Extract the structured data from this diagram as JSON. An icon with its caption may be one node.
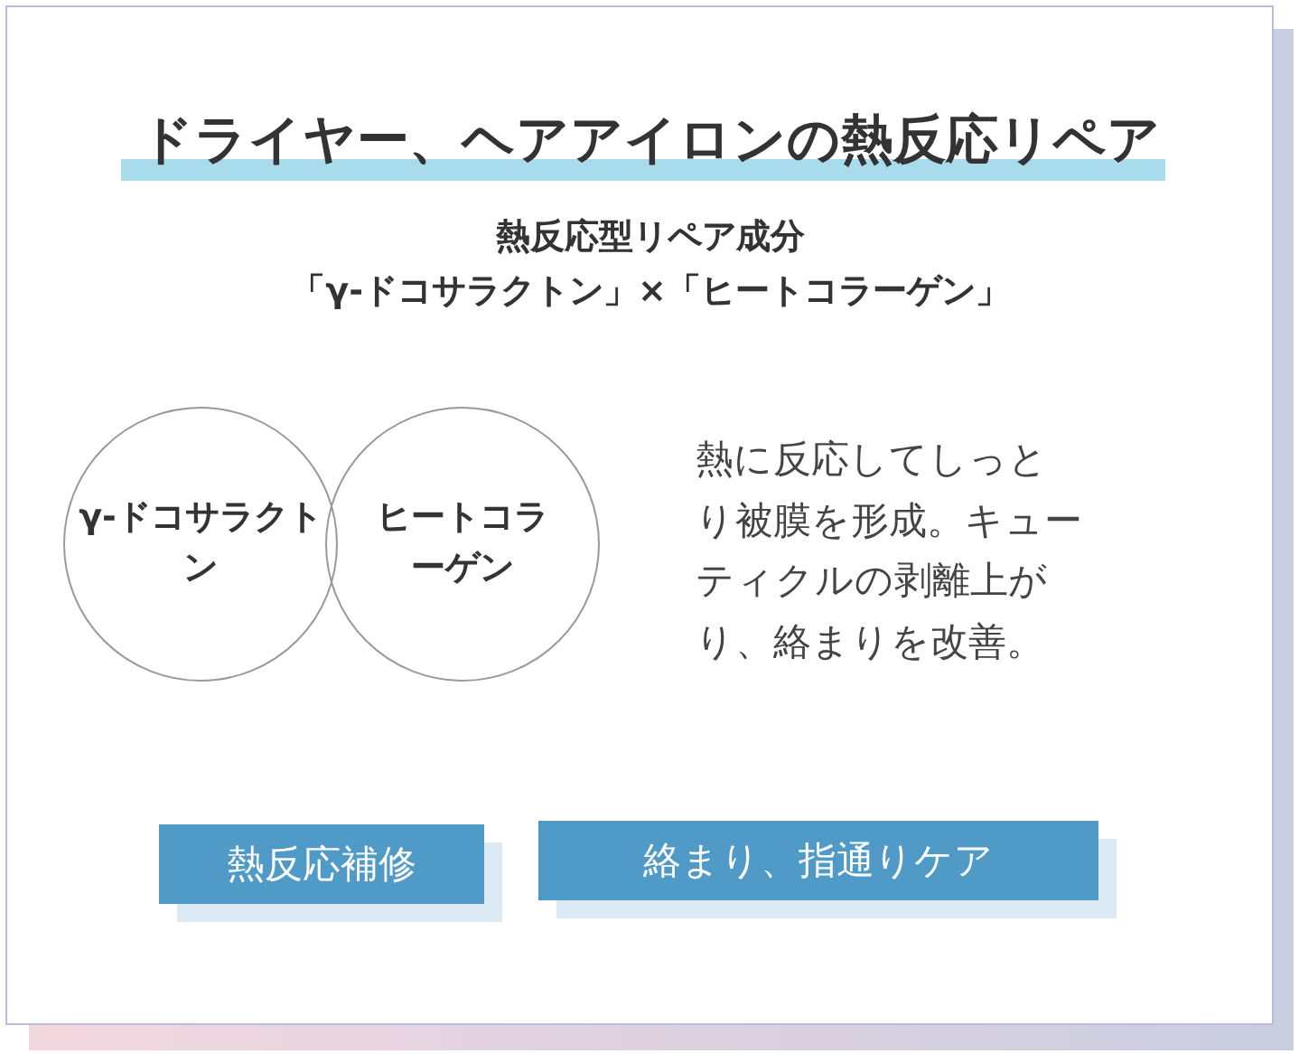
{
  "diagram": {
    "title": "ドライヤー、ヘアアイロンの熱反応リペア",
    "nodes": [
      {
        "text": [
          "γ-ドコサラクトン"
        ]
      },
      {
        "text": [
          "ヒートコラーゲン"
        ]
      },
      {
        "text": [
          "熱反応補修"
        ]
      },
      {
        "text": [
          "絡まり、指通りケア"
        ]
      }
    ],
    "edges": [],
    "labels": [
      "熱反応型リペア成分",
      "「γ-ドコサラクトン」×「ヒートコラーゲン」",
      "熱に反応してしっとり被膜を形成。キューティクルの剥離上がり、絡まりを改善。"
    ]
  }
}
